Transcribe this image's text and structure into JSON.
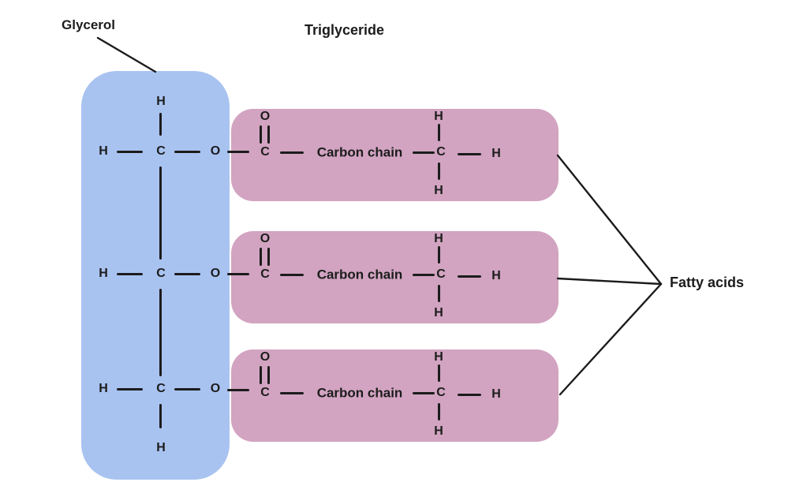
{
  "title": "Triglyceride",
  "labels": {
    "glycerol": "Glycerol",
    "fatty_acids": "Fatty acids"
  },
  "colors": {
    "glycerol_box": "#a9c3f1",
    "fatty_acid_box": "#d2a4c1",
    "ink": "#1c1c1c"
  },
  "glycerol": {
    "top_h": "H",
    "bottom_h": "H",
    "rows": [
      {
        "h": "H",
        "c": "C",
        "o": "O"
      },
      {
        "h": "H",
        "c": "C",
        "o": "O"
      },
      {
        "h": "H",
        "c": "C",
        "o": "O"
      }
    ]
  },
  "fatty_acids": [
    {
      "carbonyl_o": "O",
      "carbonyl_c": "C",
      "chain": "Carbon chain",
      "methyl_h_top": "H",
      "methyl_c": "C",
      "methyl_h_bottom": "H",
      "terminal_h": "H"
    },
    {
      "carbonyl_o": "O",
      "carbonyl_c": "C",
      "chain": "Carbon chain",
      "methyl_h_top": "H",
      "methyl_c": "C",
      "methyl_h_bottom": "H",
      "terminal_h": "H"
    },
    {
      "carbonyl_o": "O",
      "carbonyl_c": "C",
      "chain": "Carbon chain",
      "methyl_h_top": "H",
      "methyl_c": "C",
      "methyl_h_bottom": "H",
      "terminal_h": "H"
    }
  ]
}
